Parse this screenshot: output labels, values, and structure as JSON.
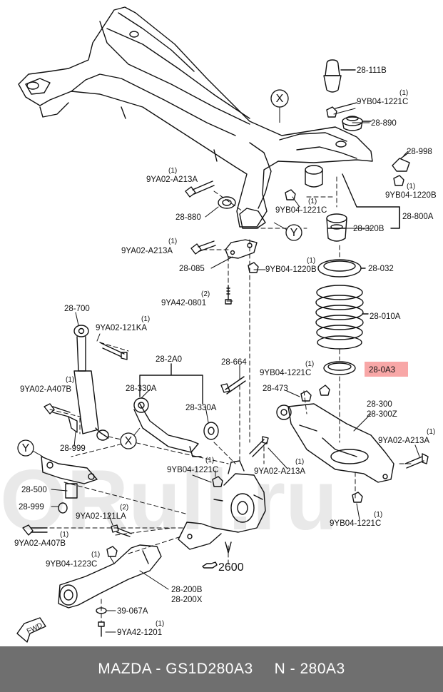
{
  "diagram": {
    "watermark": "ORull.ru",
    "labels": {
      "l_28_111B": "28-111B",
      "l_9YB04_1221C_top": "9YB04-1221C",
      "l_28_890": "28-890",
      "l_28_998": "28-998",
      "l_9YB04_1220B_right": "9YB04-1220B",
      "l_28_800A": "28-800A",
      "l_28_320B": "28-320B",
      "l_9YB04_1221C_mid": "9YB04-1221C",
      "l_9YA02_A213A_top": "9YA02-A213A",
      "l_28_880": "28-880",
      "l_9YA02_A213A_left": "9YA02-A213A",
      "l_28_085": "28-085",
      "l_9YB04_1220B_mid": "9YB04-1220B",
      "l_28_032": "28-032",
      "l_9YA42_0801": "9YA42-0801",
      "l_28_700": "28-700",
      "l_9YA02_121KA": "9YA02-121KA",
      "l_28_010A": "28-010A",
      "l_9YA02_A407B_top": "9YA02-A407B",
      "l_28_2A0": "28-2A0",
      "l_28_664": "28-664",
      "l_9YB04_1221C_spring": "9YB04-1221C",
      "l_28_0A3": "28-0A3",
      "l_28_330A_left": "28-330A",
      "l_28_330A_right": "28-330A",
      "l_28_473": "28-473",
      "l_28_300": "28-300",
      "l_28_300Z": "28-300Z",
      "l_28_999_top": "28-999",
      "l_9YA02_A213A_right": "9YA02-A213A",
      "l_9YB04_1221C_knuckle": "9YB04-1221C",
      "l_9YA02_A213A_lower": "9YA02-A213A",
      "l_28_500": "28-500",
      "l_28_999_bottom": "28-999",
      "l_9YA02_121LA": "9YA02-121LA",
      "l_9YB04_1221C_lowright": "9YB04-1221C",
      "l_9YA02_A407B_bottom": "9YA02-A407B",
      "l_9YB04_1223C": "9YB04-1223C",
      "l_2600": "2600",
      "l_28_200B": "28-200B",
      "l_28_200X": "28-200X",
      "l_39_067A": "39-067A",
      "l_9YA42_1201": "9YA42-1201",
      "l_fwd": "FWD"
    },
    "qty": {
      "q_9YB04_1221C_top": "(1)",
      "q_9YB04_1220B_right": "(1)",
      "q_9YB04_1221C_mid": "(1)",
      "q_9YA02_A213A_top": "(1)",
      "q_9YA02_A213A_left": "(1)",
      "q_9YB04_1220B_mid": "(1)",
      "q_9YA42_0801": "(2)",
      "q_9YA02_121KA": "(1)",
      "q_9YA02_A407B_top": "(1)",
      "q_9YB04_1221C_spring": "(1)",
      "q_9YA02_A213A_right": "(1)",
      "q_9YB04_1221C_knuckle": "(1)",
      "q_9YA02_A213A_lower": "(1)",
      "q_9YA02_121LA": "(2)",
      "q_9YB04_1221C_lowright": "(1)",
      "q_9YA02_A407B_bottom": "(1)",
      "q_9YB04_1223C": "(1)",
      "q_9YA42_1201": "(1)"
    },
    "markers": {
      "x_top": "X",
      "y_top": "Y",
      "x_mid": "X",
      "y_left": "Y"
    },
    "highlight_color": "#f58a8a",
    "line_color": "#111111"
  },
  "footer": {
    "brand_part": "MAZDA - GS1D280A3",
    "ref": "N - 280A3"
  }
}
